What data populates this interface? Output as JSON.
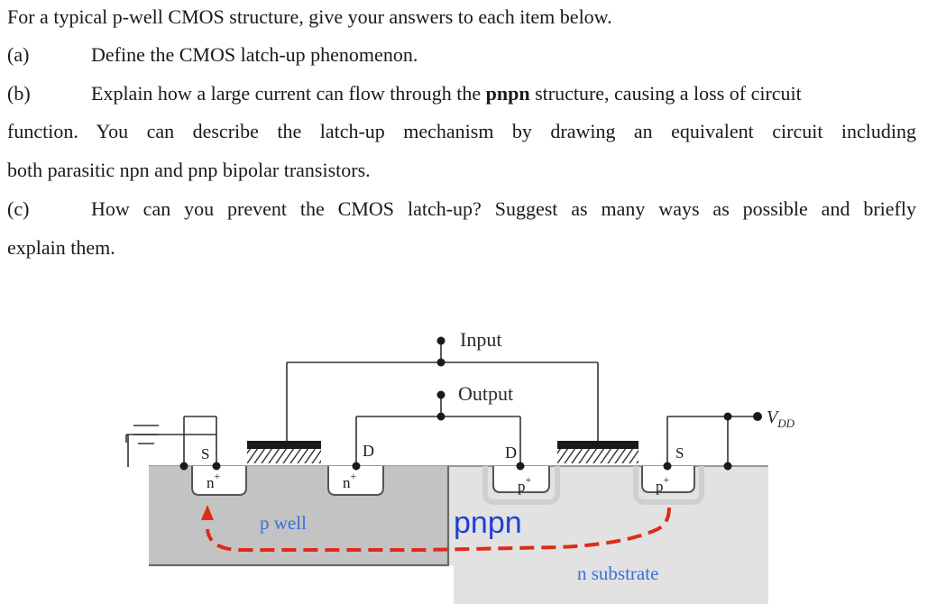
{
  "question": {
    "intro": "For a typical p-well CMOS structure, give your answers to each item below.",
    "items": [
      {
        "label": "(a)",
        "text": "Define the CMOS latch-up phenomenon."
      },
      {
        "label": "(b)",
        "text_before": "Explain how a large current can flow through the ",
        "text_bold": "pnpn",
        "text_after": " structure, causing a loss of circuit",
        "line2": "function. You can describe the latch-up mechanism by drawing an equivalent circuit including",
        "line3": "both parasitic npn and pnp bipolar transistors."
      },
      {
        "label": "(c)",
        "text": "How can you prevent the CMOS latch-up? Suggest as many ways as possible and briefly",
        "line2": "explain them."
      }
    ]
  },
  "figure": {
    "input_label": "Input",
    "output_label": "Output",
    "vdd_label_main": "V",
    "vdd_label_sub": "DD",
    "s_left": "S",
    "d_left": "D",
    "d_right": "D",
    "s_right": "S",
    "n_left": "n",
    "n_mid": "n",
    "p_mid": "p",
    "p_right": "p",
    "plus": "+",
    "pwell_label": "p well",
    "pnpn_label": "pnpn",
    "nsub_label": "n substrate",
    "colors": {
      "pwell_fill": "#c3c3c3",
      "substrate_fill": "#e2e2e2",
      "label_blue": "#3a6fd8",
      "pnpn_blue": "#1f3fd6",
      "current_path": "#e02a1a"
    }
  }
}
